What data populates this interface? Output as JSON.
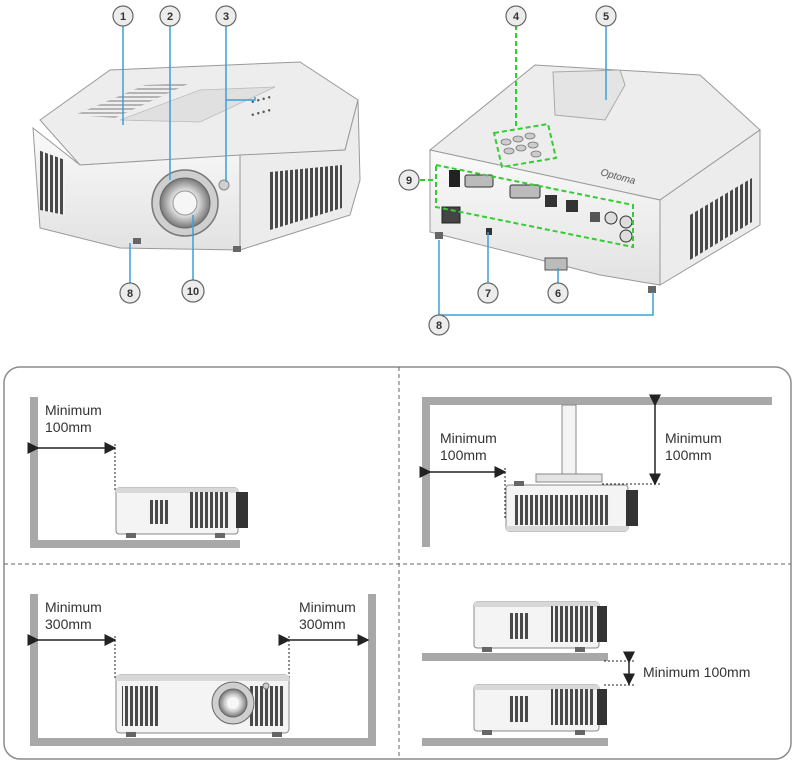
{
  "callouts": {
    "c1": "1",
    "c2": "2",
    "c3": "3",
    "c4": "4",
    "c5": "5",
    "c6": "6",
    "c7": "7",
    "c8a": "8",
    "c8b": "8",
    "c9": "9",
    "c10": "10"
  },
  "clearance": {
    "panel_top_left": {
      "line1": "Minimum",
      "line2": "100mm"
    },
    "panel_top_right_side": {
      "line1": "Minimum",
      "line2": "100mm"
    },
    "panel_top_right_top": {
      "line1": "Minimum",
      "line2": "100mm"
    },
    "panel_bottom_left_left": {
      "line1": "Minimum",
      "line2": "300mm"
    },
    "panel_bottom_left_right": {
      "line1": "Minimum",
      "line2": "300mm"
    },
    "panel_bottom_right": {
      "text": "Minimum 100mm"
    }
  },
  "colors": {
    "callout_line": "#3aa0d8",
    "dashed_green": "#33cc33",
    "wall": "#a8a8a8",
    "panel_border": "#8c8c8c",
    "projector_body": "#f4f4f4",
    "vent": "#444444"
  }
}
